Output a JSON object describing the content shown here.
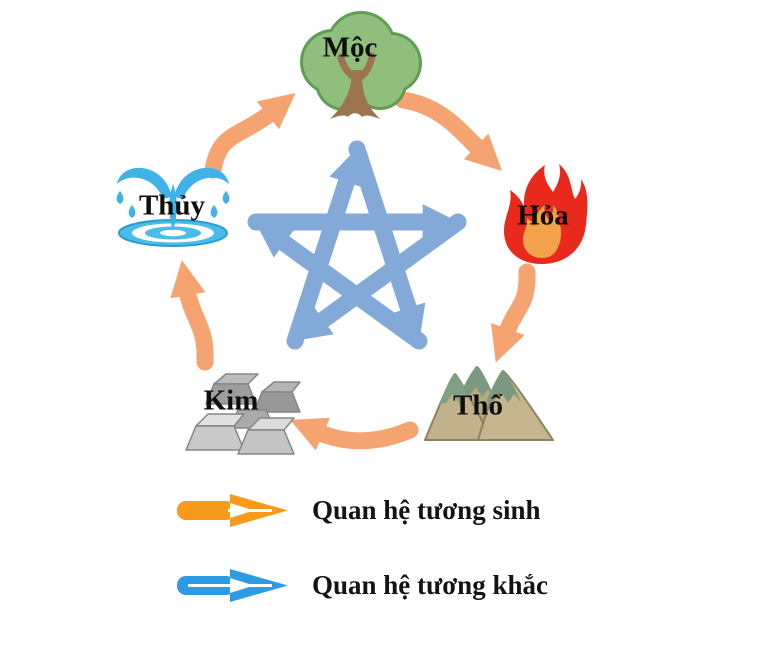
{
  "diagram": {
    "elements": [
      {
        "label": "Mộc"
      },
      {
        "label": "Hỏa"
      },
      {
        "label": "Thổ"
      },
      {
        "label": "Kim"
      },
      {
        "label": "Thủy"
      }
    ],
    "cycles": {
      "tuong_sinh": [
        "Thủy → Mộc",
        "Mộc → Hỏa",
        "Hỏa → Thổ",
        "Thổ → Kim",
        "Kim → Thủy"
      ],
      "tuong_khac": [
        "Thủy → Hỏa",
        "Hỏa → Kim",
        "Kim → Mộc",
        "Mộc → Thổ",
        "Thổ → Thủy"
      ]
    }
  },
  "legend": {
    "sinh": {
      "label": "Quan hệ tương sinh",
      "color": "#f89a1b"
    },
    "khac": {
      "label": "Quan hệ tương khắc",
      "color": "#2d9be3"
    }
  },
  "colors": {
    "generating_arrow": "#f6a372",
    "overcoming_arrow": "#82a9d8",
    "tree_green": "#8fbe7d",
    "tree_green_dark": "#5f9e52",
    "trunk_brown": "#9c7550",
    "flame_red": "#e8291b",
    "flame_inner": "#f2a24b",
    "mountain_tan": "#c2b28b",
    "mountain_green": "#7b997e",
    "metal_gray": "#c9c9c9",
    "metal_gray_dark": "#9e9e9e",
    "water_blue": "#3fb3e8",
    "background": "#ffffff"
  }
}
